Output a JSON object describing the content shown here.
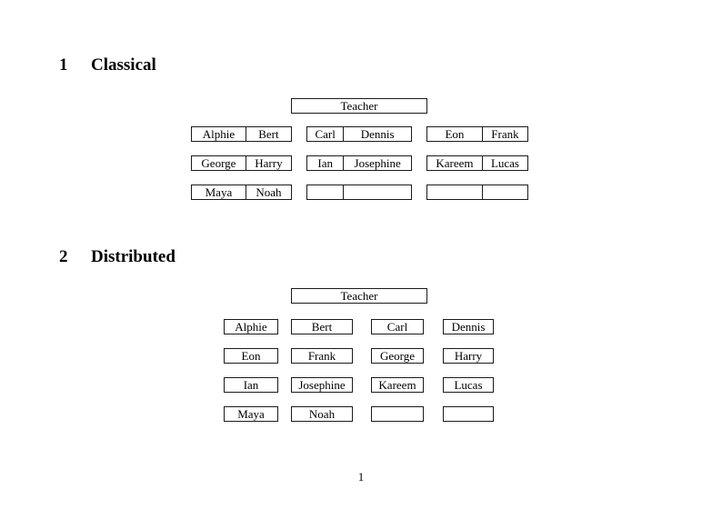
{
  "colors": {
    "background": "#ffffff",
    "text": "#000000",
    "border": "#1a1a1a"
  },
  "page_number": "1",
  "sections": [
    {
      "number": "1",
      "title": "Classical",
      "teacher_label": "Teacher",
      "columns": [
        {
          "desks": [
            [
              "Alphie",
              "Bert"
            ],
            [
              "George",
              "Harry"
            ],
            [
              "Maya",
              "Noah"
            ]
          ]
        },
        {
          "desks": [
            [
              "Carl",
              "Dennis"
            ],
            [
              "Ian",
              "Josephine"
            ],
            [
              "",
              ""
            ]
          ]
        },
        {
          "desks": [
            [
              "Eon",
              "Frank"
            ],
            [
              "Kareem",
              "Lucas"
            ],
            [
              "",
              ""
            ]
          ]
        }
      ]
    },
    {
      "number": "2",
      "title": "Distributed",
      "teacher_label": "Teacher",
      "columns": [
        {
          "seats": [
            "Alphie",
            "Eon",
            "Ian",
            "Maya"
          ]
        },
        {
          "seats": [
            "Bert",
            "Frank",
            "Josephine",
            "Noah"
          ]
        },
        {
          "seats": [
            "Carl",
            "George",
            "Kareem",
            ""
          ]
        },
        {
          "seats": [
            "Dennis",
            "Harry",
            "Lucas",
            ""
          ]
        }
      ]
    }
  ]
}
